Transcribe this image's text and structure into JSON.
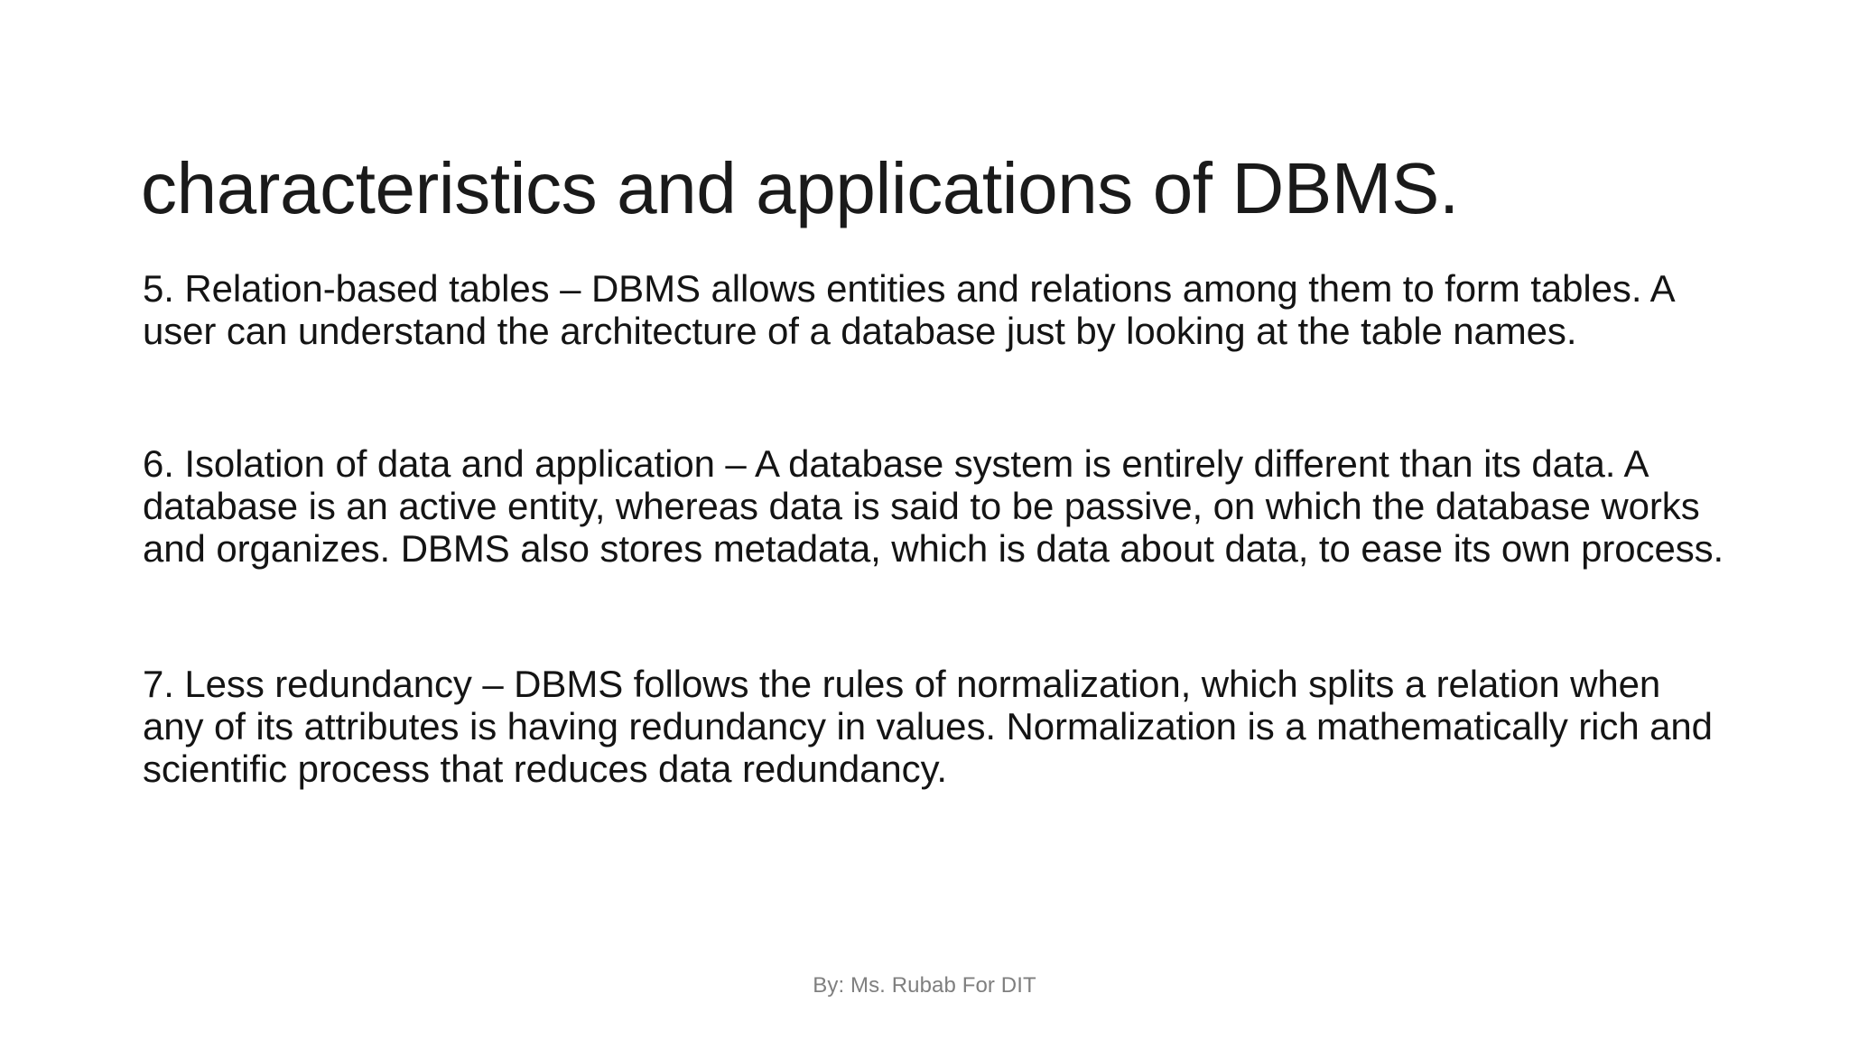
{
  "slide": {
    "title": "characteristics and applications of DBMS.",
    "paragraphs": [
      {
        "number": "5.",
        "text": "5. Relation-based tables – DBMS allows entities and relations among them to form tables. A user can understand the architecture of a database just by looking at the table names."
      },
      {
        "number": "6.",
        "text": "6. Isolation of data and application – A database system is entirely different than its data. A database is an active entity, whereas data is said to be passive, on which the database works and organizes. DBMS also stores metadata, which is data about data, to ease its own process."
      },
      {
        "number": "7.",
        "text": "7. Less redundancy – DBMS follows the rules of normalization, which splits a relation when any of its attributes is having redundancy in values. Normalization is a mathematically rich and scientific process that reduces data redundancy."
      }
    ],
    "footer": "By: Ms. Rubab For DIT",
    "colors": {
      "background": "#ffffff",
      "title_text": "#1a1a1a",
      "body_text": "#141414",
      "footer_text": "#7f7f7f"
    }
  }
}
